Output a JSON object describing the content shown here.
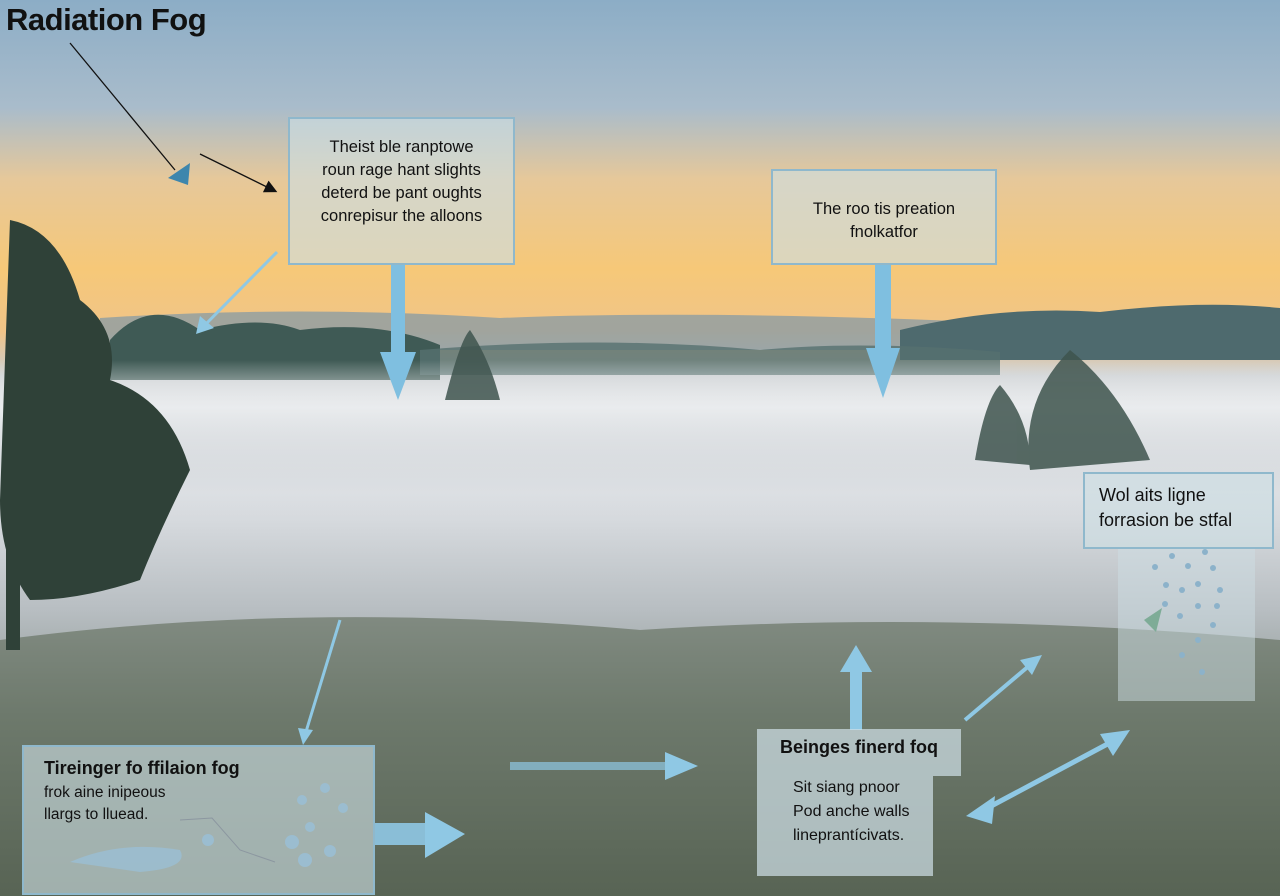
{
  "title": "Radiation Fog",
  "boxes": {
    "top_left": [
      "Theist ble ranptowe",
      "roun rage hant slights",
      "deterd be pant oughts",
      "conrepisur the alloons"
    ],
    "top_right": [
      "The roo tis preation",
      "fnolkatfor"
    ],
    "right": [
      "Wol aits ligne",
      "forrasion be stfal"
    ],
    "bottom_left": {
      "heading": "Tireinger fo ffilaion fog",
      "lines": [
        "frok aine inipeous",
        "llargs to lluead."
      ]
    },
    "bottom_center": {
      "heading": "Beinges finerd foq",
      "lines": [
        "Sit siang pnoor",
        "Pod anche walls",
        "lineprantícivats."
      ]
    }
  },
  "colors": {
    "arrow": "#7fc2e0",
    "box_border": "#8fb8cc",
    "sky_top": "#8fb0c8",
    "sky_glow": "#f6c67c"
  }
}
